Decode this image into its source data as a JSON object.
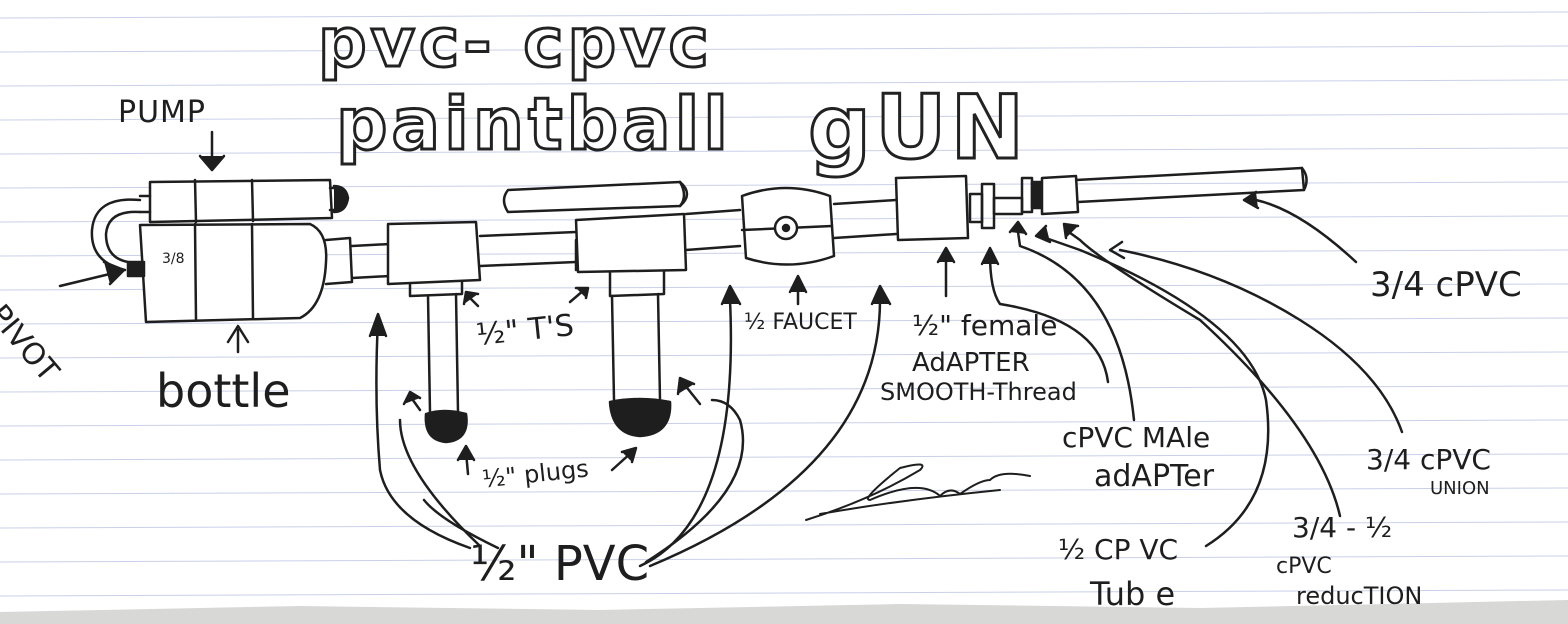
{
  "title": {
    "line1": "pvc- cpvc",
    "line2": "paintball",
    "line3": "gUN"
  },
  "labels": {
    "pump": "PUMP",
    "pivot": "PIVOT",
    "bottle": "bottle",
    "bottle_mark": "3/8",
    "half_ts": "½\" T'S",
    "half_plugs": "½\" plugs",
    "half_pvc": "½\" PVC",
    "faucet": "½ FAUCET",
    "female_adapter_1": "½\" female",
    "female_adapter_2": "AdAPTER",
    "female_adapter_3": "SMOOTH-Thread",
    "cpvc_male_1": "cPVC MAle",
    "cpvc_male_2": "adAPTer",
    "half_cpvc_tube_1": "½ CP VC",
    "half_cpvc_tube_2": "Tub e",
    "reduction_1": "3/4 - ½",
    "reduction_2": "cPVC",
    "reduction_3": "reducTION",
    "union_1": "3/4 cPVC",
    "union_2": "UNION",
    "three_quarter_cpvc": "3/4 cPVC"
  },
  "colors": {
    "paper": "#ffffff",
    "rule_line": "#c9d0e8",
    "ink": "#1e1e1e",
    "background": "#d8d8d6"
  }
}
